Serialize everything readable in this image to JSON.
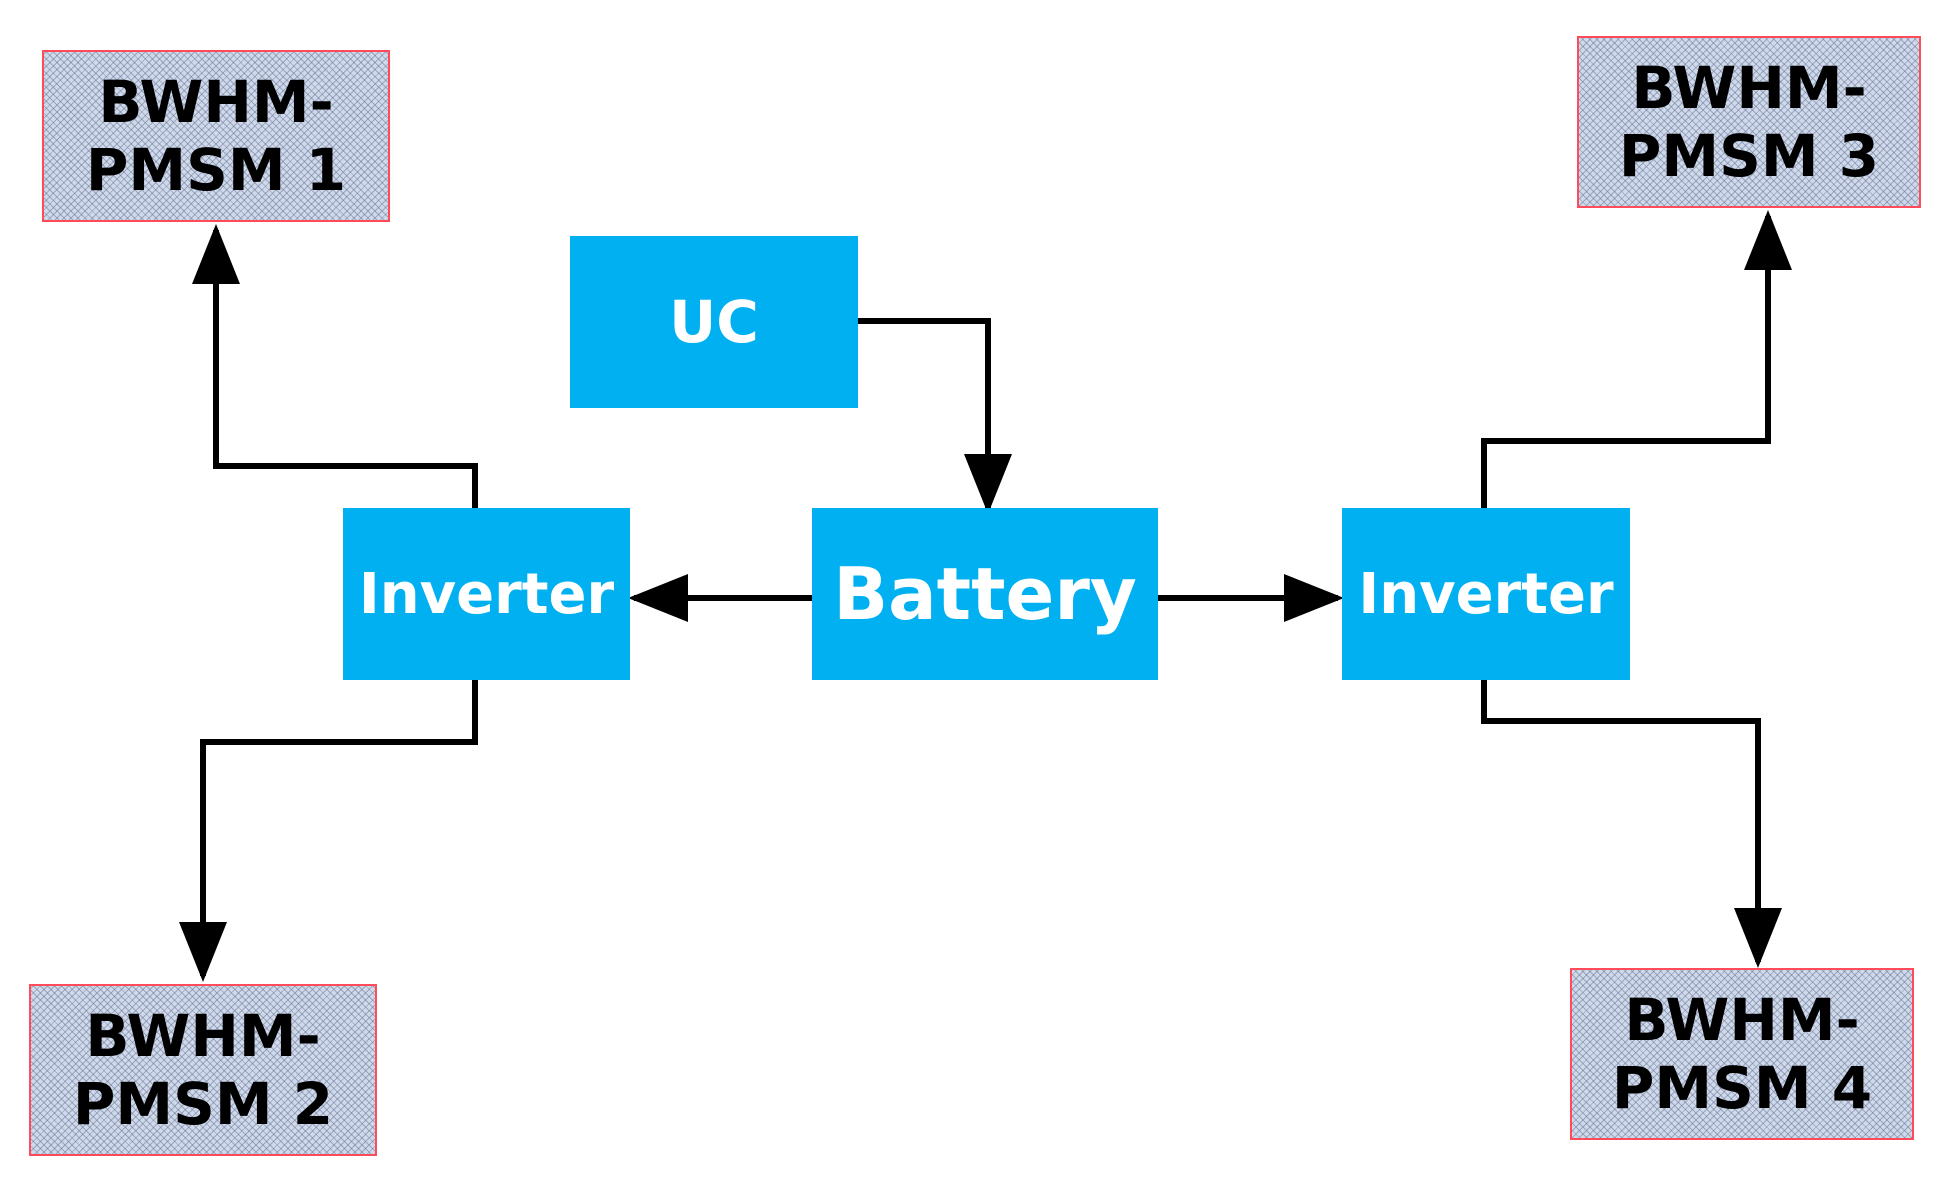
{
  "blocks": {
    "uc": "UC",
    "battery": "Battery",
    "inverter_left": "Inverter",
    "inverter_right": "Inverter"
  },
  "motors": {
    "m1": {
      "line1": "BWHM-",
      "line2": "PMSM 1"
    },
    "m2": {
      "line1": "BWHM-",
      "line2": "PMSM 2"
    },
    "m3": {
      "line1": "BWHM-",
      "line2": "PMSM 3"
    },
    "m4": {
      "line1": "BWHM-",
      "line2": "PMSM 4"
    }
  },
  "colors": {
    "block_fill": "#00b0f0",
    "block_text": "#ffffff",
    "motor_border": "#ff4b5a",
    "motor_fill": "#cfd9ea",
    "connector": "#000000"
  }
}
